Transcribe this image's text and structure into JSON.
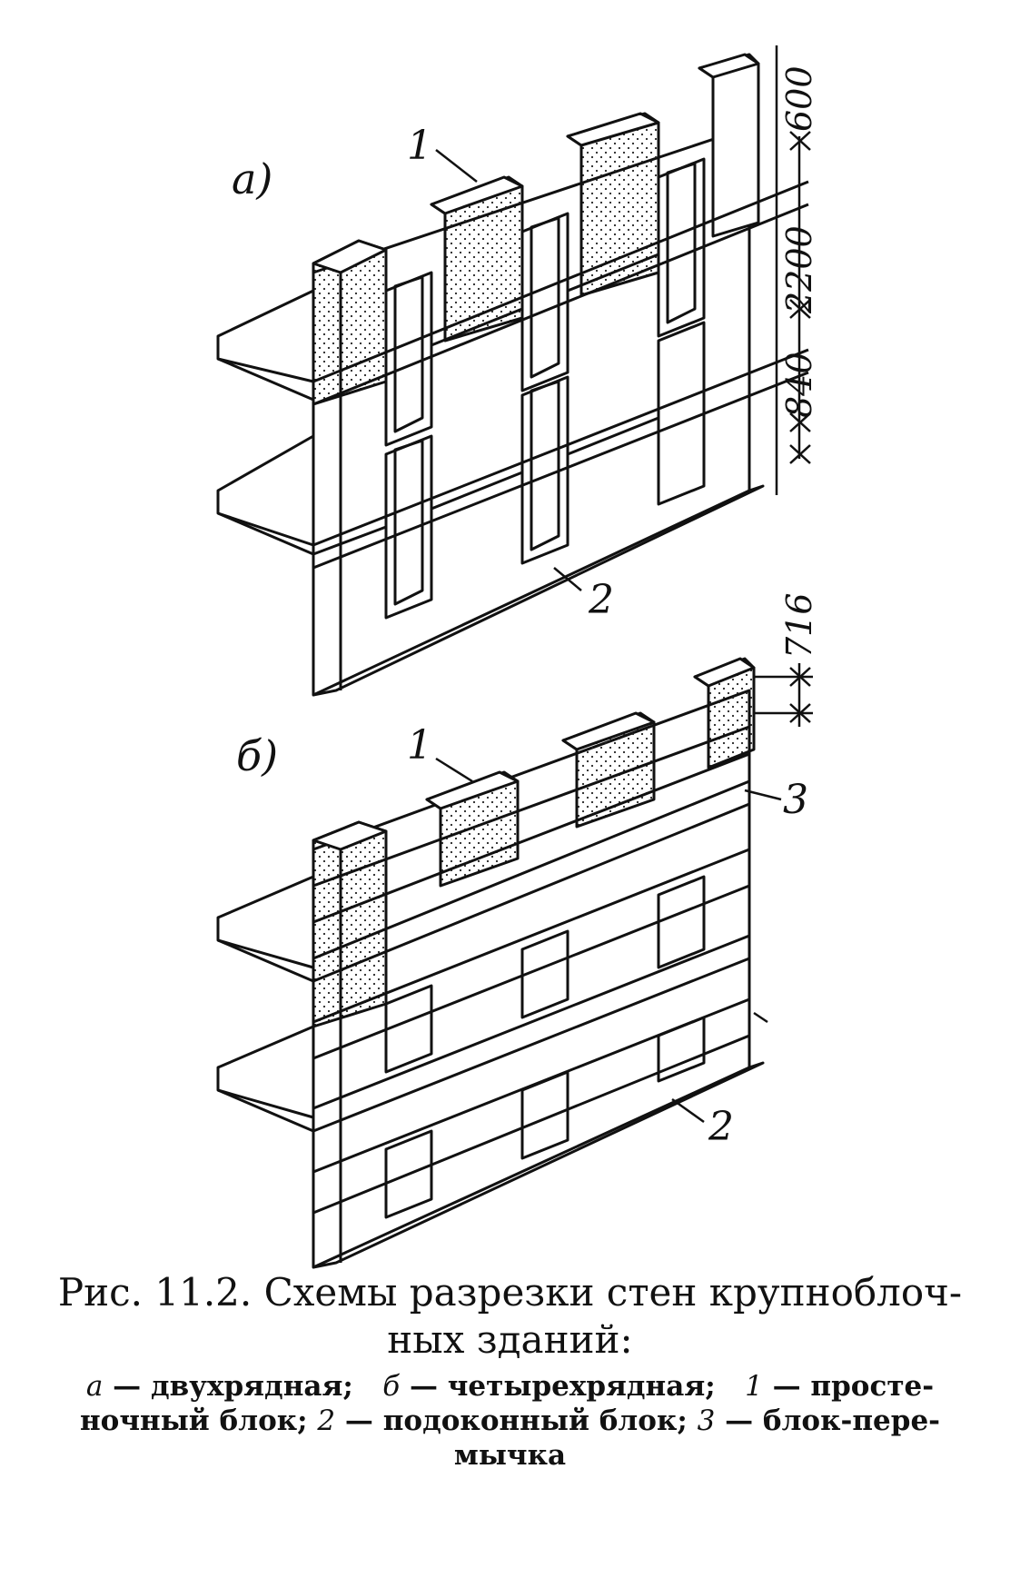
{
  "panels": [
    {
      "id": "a",
      "panel_label": "а)",
      "callouts": [
        "1",
        "2"
      ],
      "dimensions": [
        "600",
        "2200",
        "840"
      ]
    },
    {
      "id": "b",
      "panel_label": "б)",
      "callouts": [
        "1",
        "3",
        "2"
      ],
      "dimensions": [
        "716"
      ]
    }
  ],
  "caption": {
    "title_line1": "Рис. 11.2. Схемы разрезки стен крупноблоч-",
    "title_line2": "ных зданий:",
    "legend_line1_a_key": "а",
    "legend_line1_a_text": " — двухрядная;",
    "legend_line1_b_key": "б",
    "legend_line1_b_text": " — четырехрядная;",
    "legend_line1_1_key": "1",
    "legend_line1_1_text": " — просте-",
    "legend_line2_start": "ночный блок; ",
    "legend_line2_2_key": "2",
    "legend_line2_2_text": " — подоконный блок; ",
    "legend_line2_3_key": "3",
    "legend_line2_3_text": " — блок-пере-",
    "legend_line3": "мычка"
  }
}
